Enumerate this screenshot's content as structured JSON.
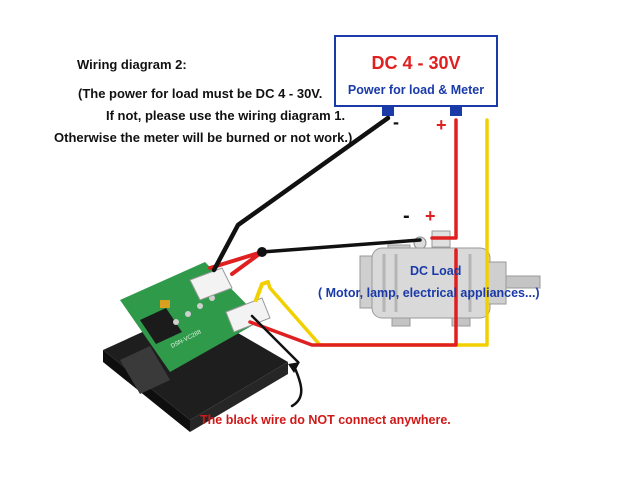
{
  "notes": {
    "title": "Wiring diagram 2:",
    "line1": "(The power for load must be DC 4 - 30V.",
    "line2": "If not, please use the wiring diagram 1.",
    "line3": "Otherwise the meter will be burned or not work.)"
  },
  "power_supply": {
    "voltage": "DC 4 - 30V",
    "label": "Power for load & Meter",
    "minus": "-",
    "plus": "+"
  },
  "load": {
    "minus": "-",
    "plus": "+",
    "title": "DC Load",
    "description": "( Motor, lamp, electrical appliances...)"
  },
  "meter": {
    "pcb_label": "DSN-VC288"
  },
  "warning": "The black wire do NOT connect anywhere.",
  "colors": {
    "box_border": "#1a3aa8",
    "voltage_text": "#e02020",
    "label_text": "#1a3aa8",
    "wire_red": "#e02020",
    "wire_black": "#111111",
    "wire_yellow": "#f2d000",
    "warning_text": "#d01818",
    "pcb_green": "#2f9a4a"
  }
}
